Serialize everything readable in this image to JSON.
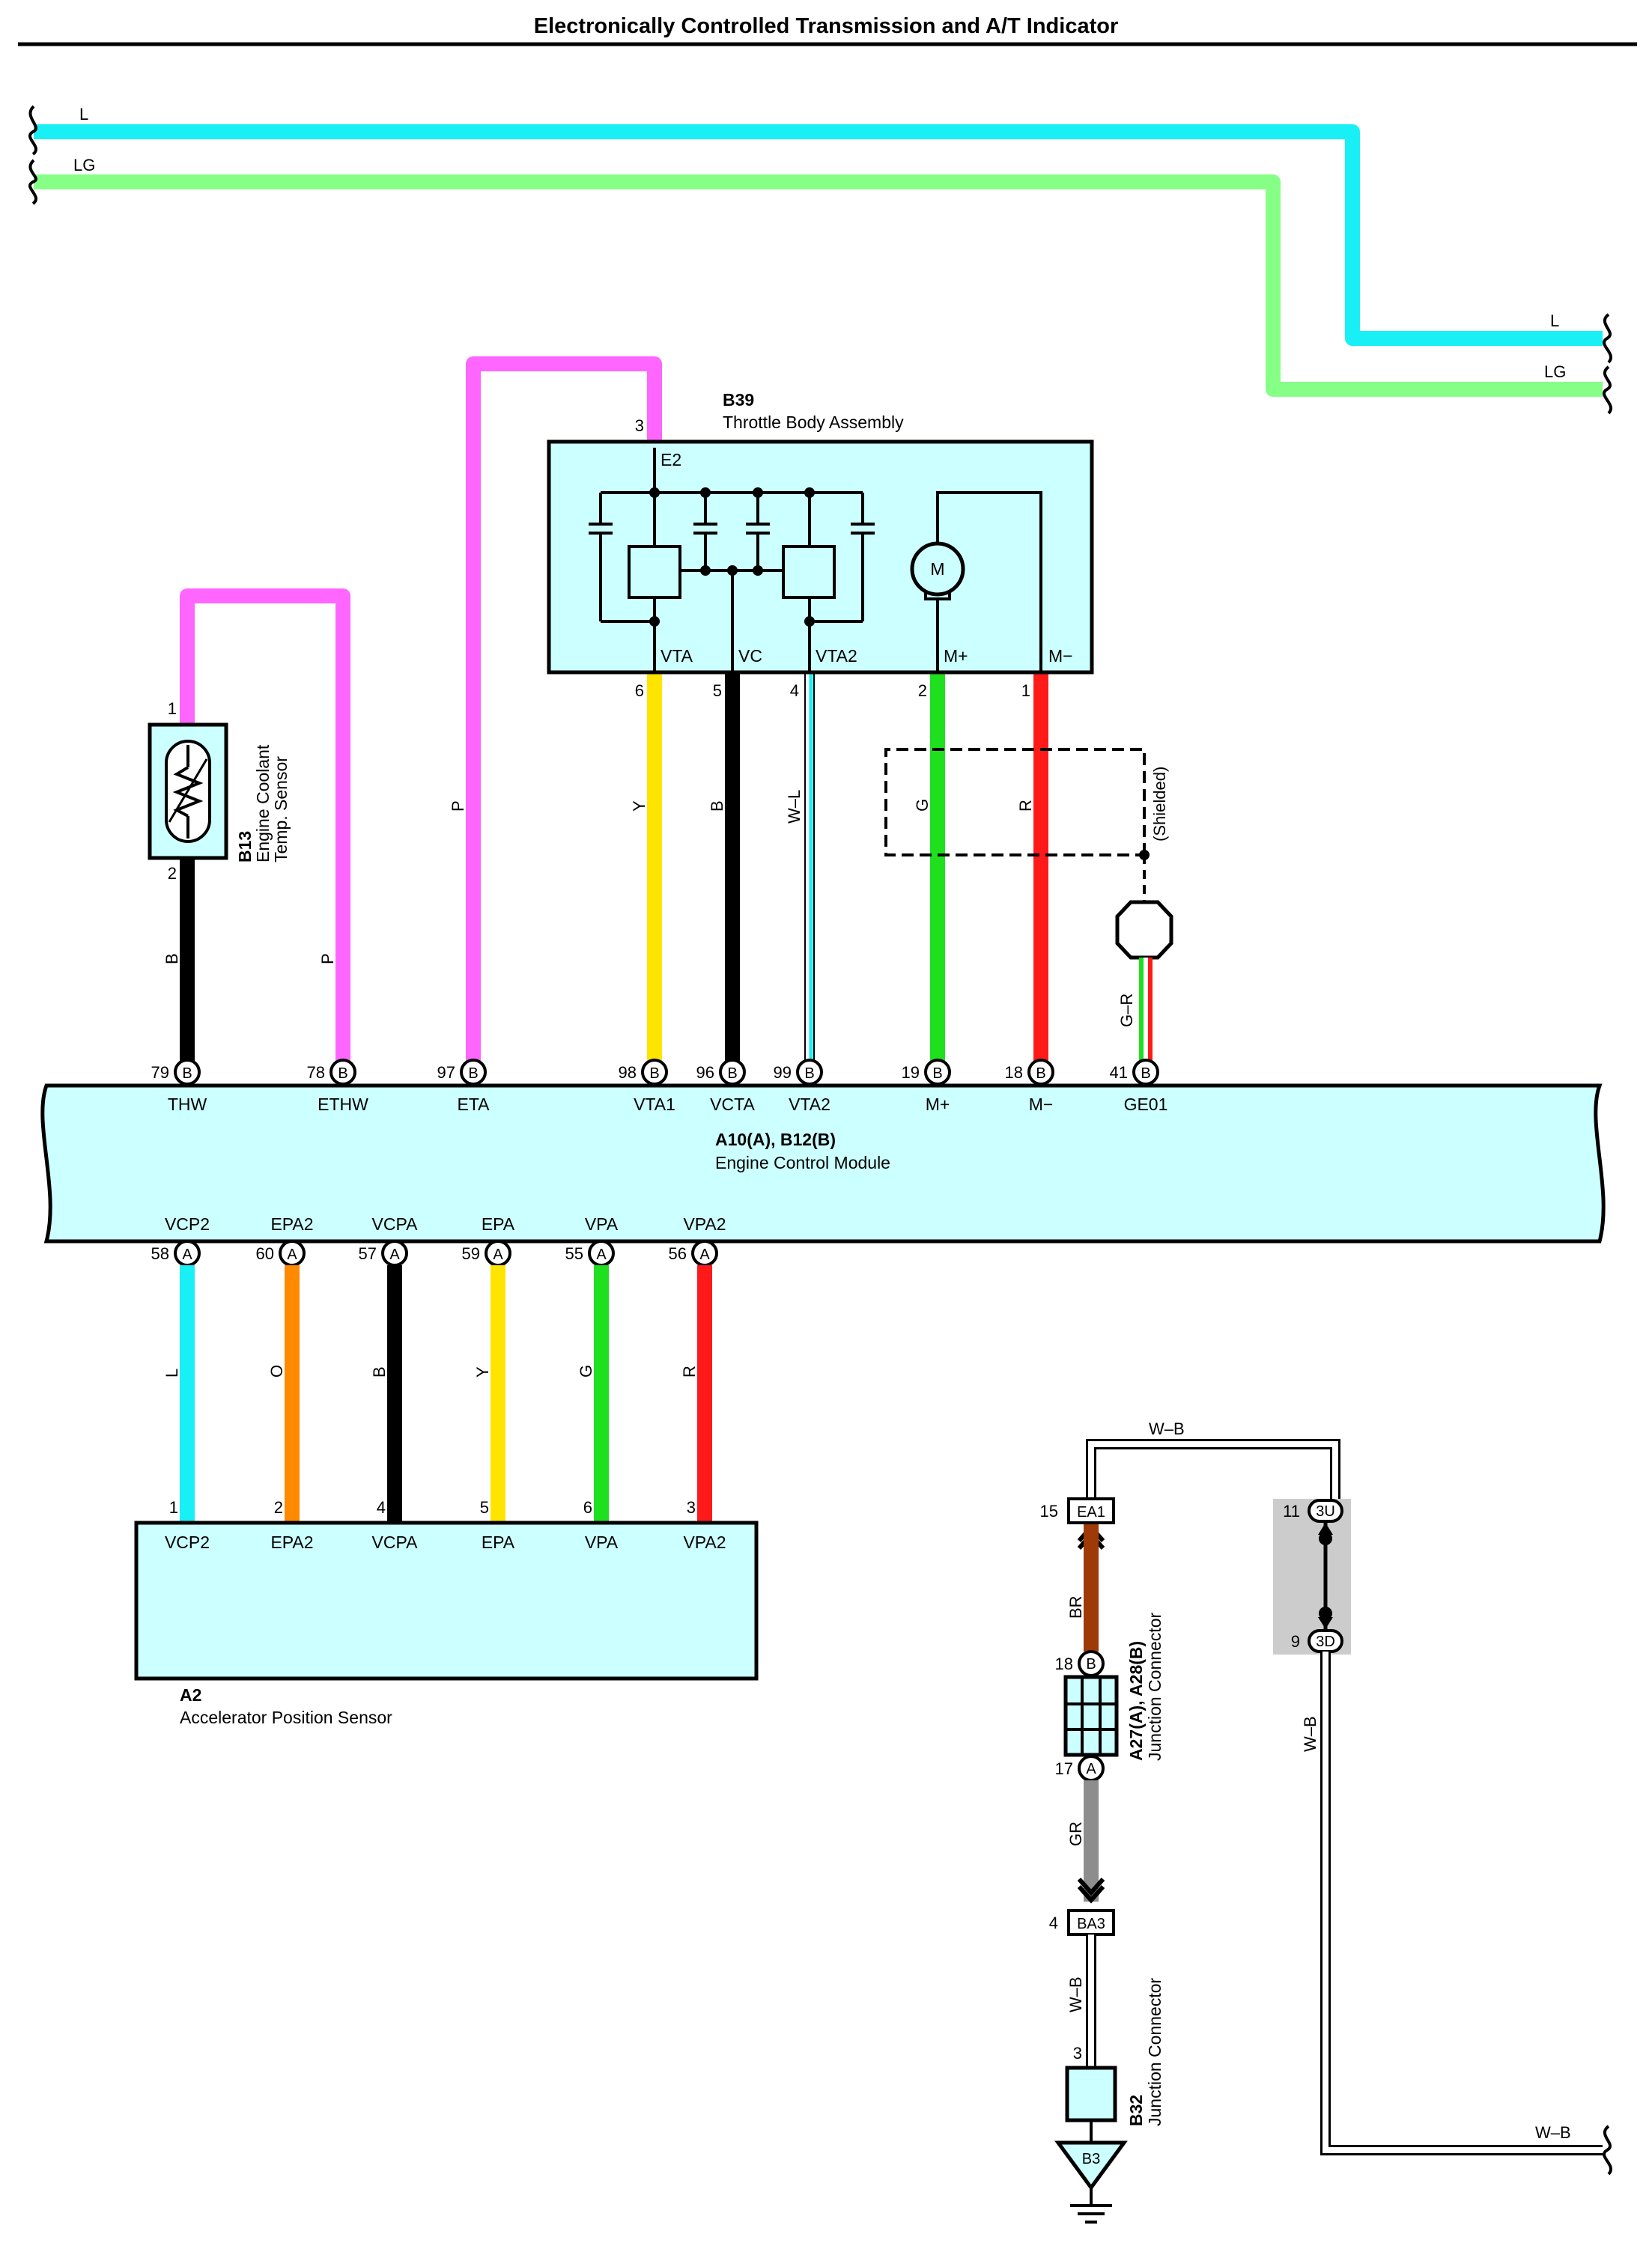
{
  "title": "Electronically Controlled Transmission and A/T Indicator",
  "colors": {
    "L": "#19f0f5",
    "LG": "#86ff86",
    "P": "#ff66ff",
    "Y": "#ffe400",
    "B": "#000000",
    "G": "#1fe01f",
    "R": "#ff1a1a",
    "O": "#ff8a00",
    "BR": "#9e3a08",
    "GR": "#8d8d8d",
    "component_fill": "#ccffff",
    "shade": "#cccccc"
  },
  "top_wires": {
    "l": "L",
    "lg": "LG",
    "l_right": "L",
    "lg_right": "LG"
  },
  "throttle_body": {
    "code": "B39",
    "name": "Throttle Body Assembly",
    "e2": {
      "pin": "3",
      "label": "E2"
    },
    "terminals": [
      {
        "label": "VTA",
        "pin": "6"
      },
      {
        "label": "VC",
        "pin": "5"
      },
      {
        "label": "VTA2",
        "pin": "4"
      },
      {
        "label": "M+",
        "pin": "2"
      },
      {
        "label": "M−",
        "pin": "1"
      }
    ],
    "motor": "M"
  },
  "coolant_sensor": {
    "code": "B13",
    "name_line1": "Engine Coolant",
    "name_line2": "Temp. Sensor",
    "pin_top": "1",
    "pin_bottom": "2"
  },
  "shield": {
    "label": "(Shielded)",
    "ground_wire": "G–R"
  },
  "ecm": {
    "code": "A10(A), B12(B)",
    "name": "Engine Control Module",
    "top_pins": [
      {
        "num": "79",
        "conn": "B",
        "label": "THW"
      },
      {
        "num": "78",
        "conn": "B",
        "label": "ETHW"
      },
      {
        "num": "97",
        "conn": "B",
        "label": "ETA"
      },
      {
        "num": "98",
        "conn": "B",
        "label": "VTA1"
      },
      {
        "num": "96",
        "conn": "B",
        "label": "VCTA"
      },
      {
        "num": "99",
        "conn": "B",
        "label": "VTA2"
      },
      {
        "num": "19",
        "conn": "B",
        "label": "M+"
      },
      {
        "num": "18",
        "conn": "B",
        "label": "M−"
      },
      {
        "num": "41",
        "conn": "B",
        "label": "GE01"
      }
    ],
    "bottom_pins": [
      {
        "num": "58",
        "conn": "A",
        "label": "VCP2"
      },
      {
        "num": "60",
        "conn": "A",
        "label": "EPA2"
      },
      {
        "num": "57",
        "conn": "A",
        "label": "VCPA"
      },
      {
        "num": "59",
        "conn": "A",
        "label": "EPA"
      },
      {
        "num": "55",
        "conn": "A",
        "label": "VPA"
      },
      {
        "num": "56",
        "conn": "A",
        "label": "VPA2"
      }
    ]
  },
  "upper_wires": [
    "B",
    "P",
    "P",
    "Y",
    "B",
    "W–L",
    "G",
    "R"
  ],
  "lower_wires": [
    "L",
    "O",
    "B",
    "Y",
    "G",
    "R"
  ],
  "accel_sensor": {
    "code": "A2",
    "name": "Accelerator Position Sensor",
    "pins": [
      {
        "num": "1",
        "label": "VCP2"
      },
      {
        "num": "2",
        "label": "EPA2"
      },
      {
        "num": "4",
        "label": "VCPA"
      },
      {
        "num": "5",
        "label": "EPA"
      },
      {
        "num": "6",
        "label": "VPA"
      },
      {
        "num": "3",
        "label": "VPA2"
      }
    ]
  },
  "ground_circuit": {
    "top_wire": "W–B",
    "ea1": {
      "pin": "15",
      "label": "EA1"
    },
    "br_wire": "BR",
    "jc_a27": {
      "code": "A27(A), A28(B)",
      "name": "Junction Connector",
      "pin_top": "18",
      "conn_top": "B",
      "pin_bottom": "17",
      "conn_bottom": "A"
    },
    "gr_wire": "GR",
    "ba3": {
      "pin": "4",
      "label": "BA3"
    },
    "wb_wire": "W–B",
    "jc_b32": {
      "code": "B32",
      "name": "Junction Connector",
      "pin": "3"
    },
    "ground_label": "B3",
    "conn_3u": {
      "pin": "11",
      "label": "3U"
    },
    "conn_3d": {
      "pin": "9",
      "label": "3D"
    },
    "right_wire": "W–B",
    "right_wire_end": "W–B"
  }
}
